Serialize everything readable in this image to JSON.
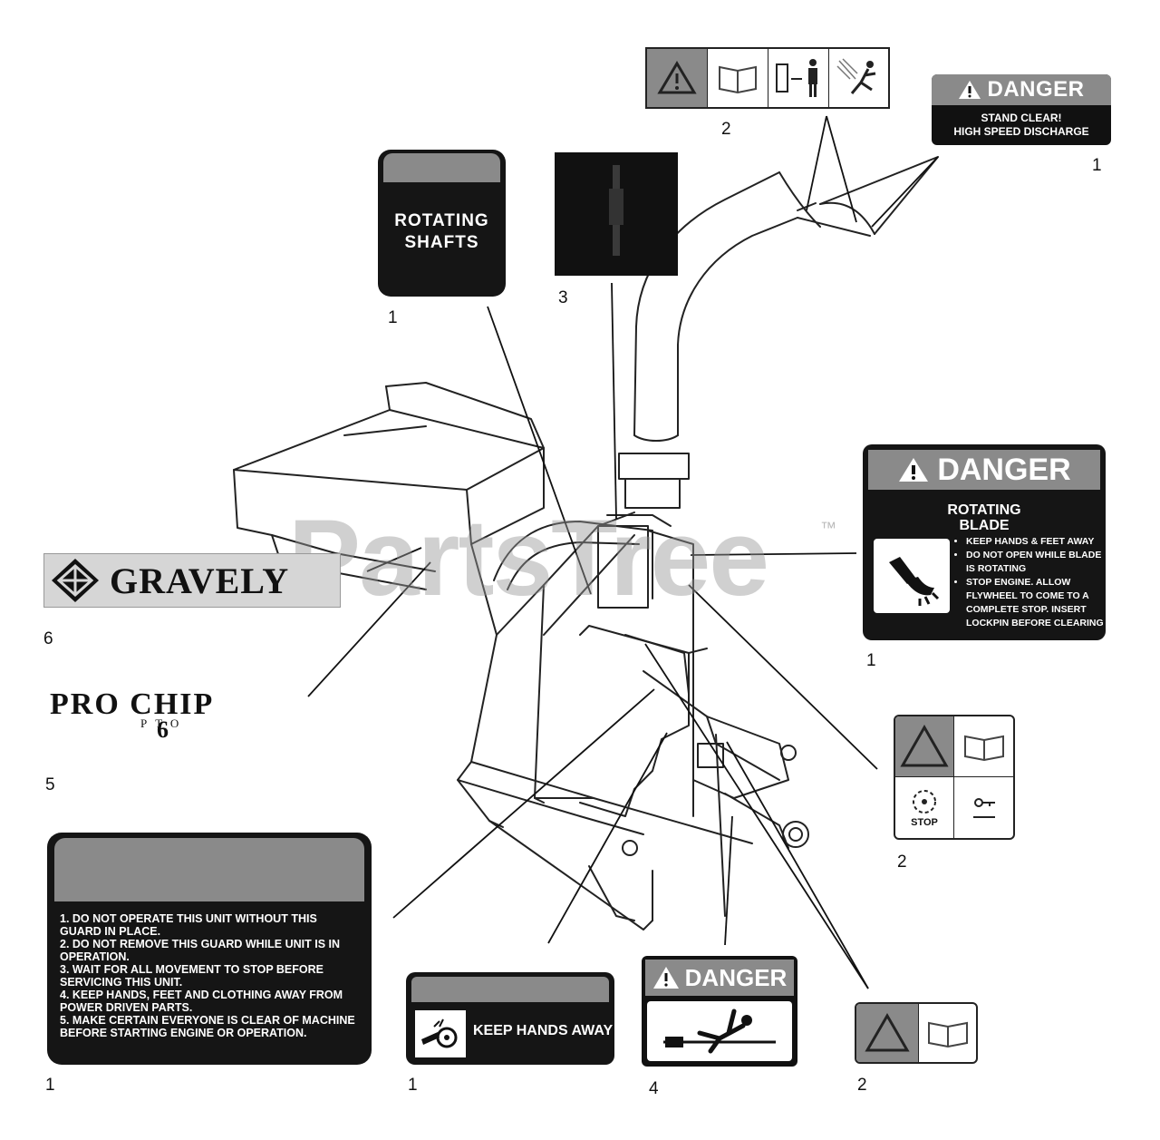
{
  "watermark": {
    "brand": "PartsTree",
    "trademark": "™"
  },
  "callouts": {
    "n_top_pictos": "2",
    "n_danger_top": "1",
    "n_rotating_shafts": "1",
    "n_dark_decal": "3",
    "n_big_danger": "1",
    "n_gravely": "6",
    "n_prochip": "5",
    "n_stop_decal": "2",
    "n_warning": "1",
    "n_keep_hands": "1",
    "n_danger_bottom": "4",
    "n_bottom_pictos": "2"
  },
  "decals": {
    "danger_top": {
      "header": "DANGER",
      "line1": "STAND CLEAR!",
      "line2": "HIGH SPEED DISCHARGE"
    },
    "rotating_shafts": {
      "line1": "ROTATING",
      "line2": "SHAFTS"
    },
    "big_danger": {
      "header": "DANGER",
      "title1": "ROTATING",
      "title2": "BLADE",
      "items": [
        "KEEP HANDS & FEET AWAY",
        "DO NOT OPEN WHILE BLADE IS ROTATING",
        "STOP ENGINE. ALLOW FLYWHEEL TO COME TO A COMPLETE STOP. INSERT LOCKPIN BEFORE CLEARING"
      ]
    },
    "gravely": {
      "brand": "GRAVELY"
    },
    "prochip": {
      "name": "PRO CHIP",
      "sub": "PTO",
      "model": "6"
    },
    "stop_decal": {
      "stop": "STOP"
    },
    "warning": {
      "items": [
        "1. DO NOT OPERATE THIS UNIT WITHOUT THIS GUARD IN PLACE.",
        "2. DO NOT REMOVE THIS GUARD WHILE UNIT IS IN OPERATION.",
        "3. WAIT FOR ALL MOVEMENT TO STOP BEFORE SERVICING THIS UNIT.",
        "4. KEEP HANDS, FEET AND CLOTHING AWAY FROM POWER DRIVEN PARTS.",
        "5. MAKE CERTAIN EVERYONE IS CLEAR OF MACHINE BEFORE STARTING ENGINE OR OPERATION."
      ]
    },
    "keep_hands": {
      "text": "KEEP HANDS AWAY"
    },
    "danger_bottom": {
      "header": "DANGER"
    }
  }
}
